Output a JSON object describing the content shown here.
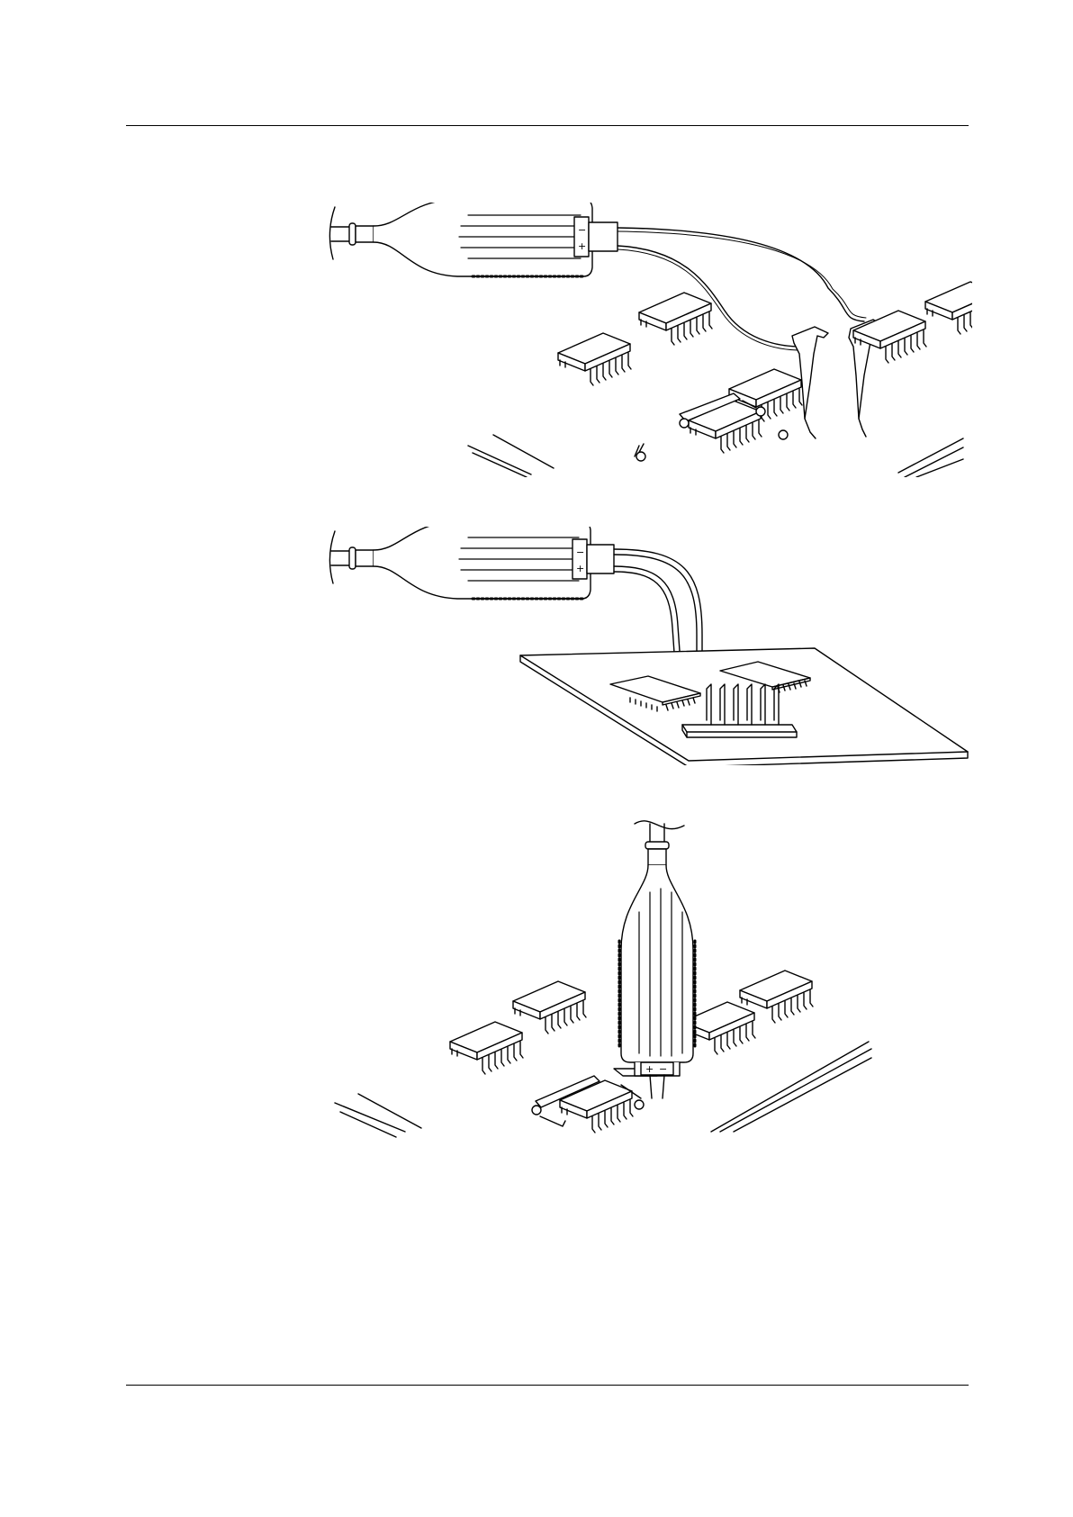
{
  "page": {
    "header_text": "",
    "footer_text": ""
  },
  "figures": [
    {
      "id": "probe-with-hook-clips",
      "caption": "",
      "icons": [
        "differential-probe-icon",
        "hook-clip-icon",
        "ic-chip-icon",
        "circuit-board-icon"
      ]
    },
    {
      "id": "probe-on-pin-header",
      "caption": "",
      "icons": [
        "differential-probe-icon",
        "pin-header-icon",
        "ic-chip-icon",
        "circuit-board-icon"
      ]
    },
    {
      "id": "probe-direct-contact",
      "caption": "",
      "icons": [
        "differential-probe-icon",
        "ic-chip-icon",
        "circuit-board-icon"
      ]
    }
  ],
  "probe_polarity": {
    "negative": "−",
    "positive": "+"
  },
  "colors": {
    "line": "#000000",
    "fill": "#ffffff",
    "page": "#ffffff"
  }
}
